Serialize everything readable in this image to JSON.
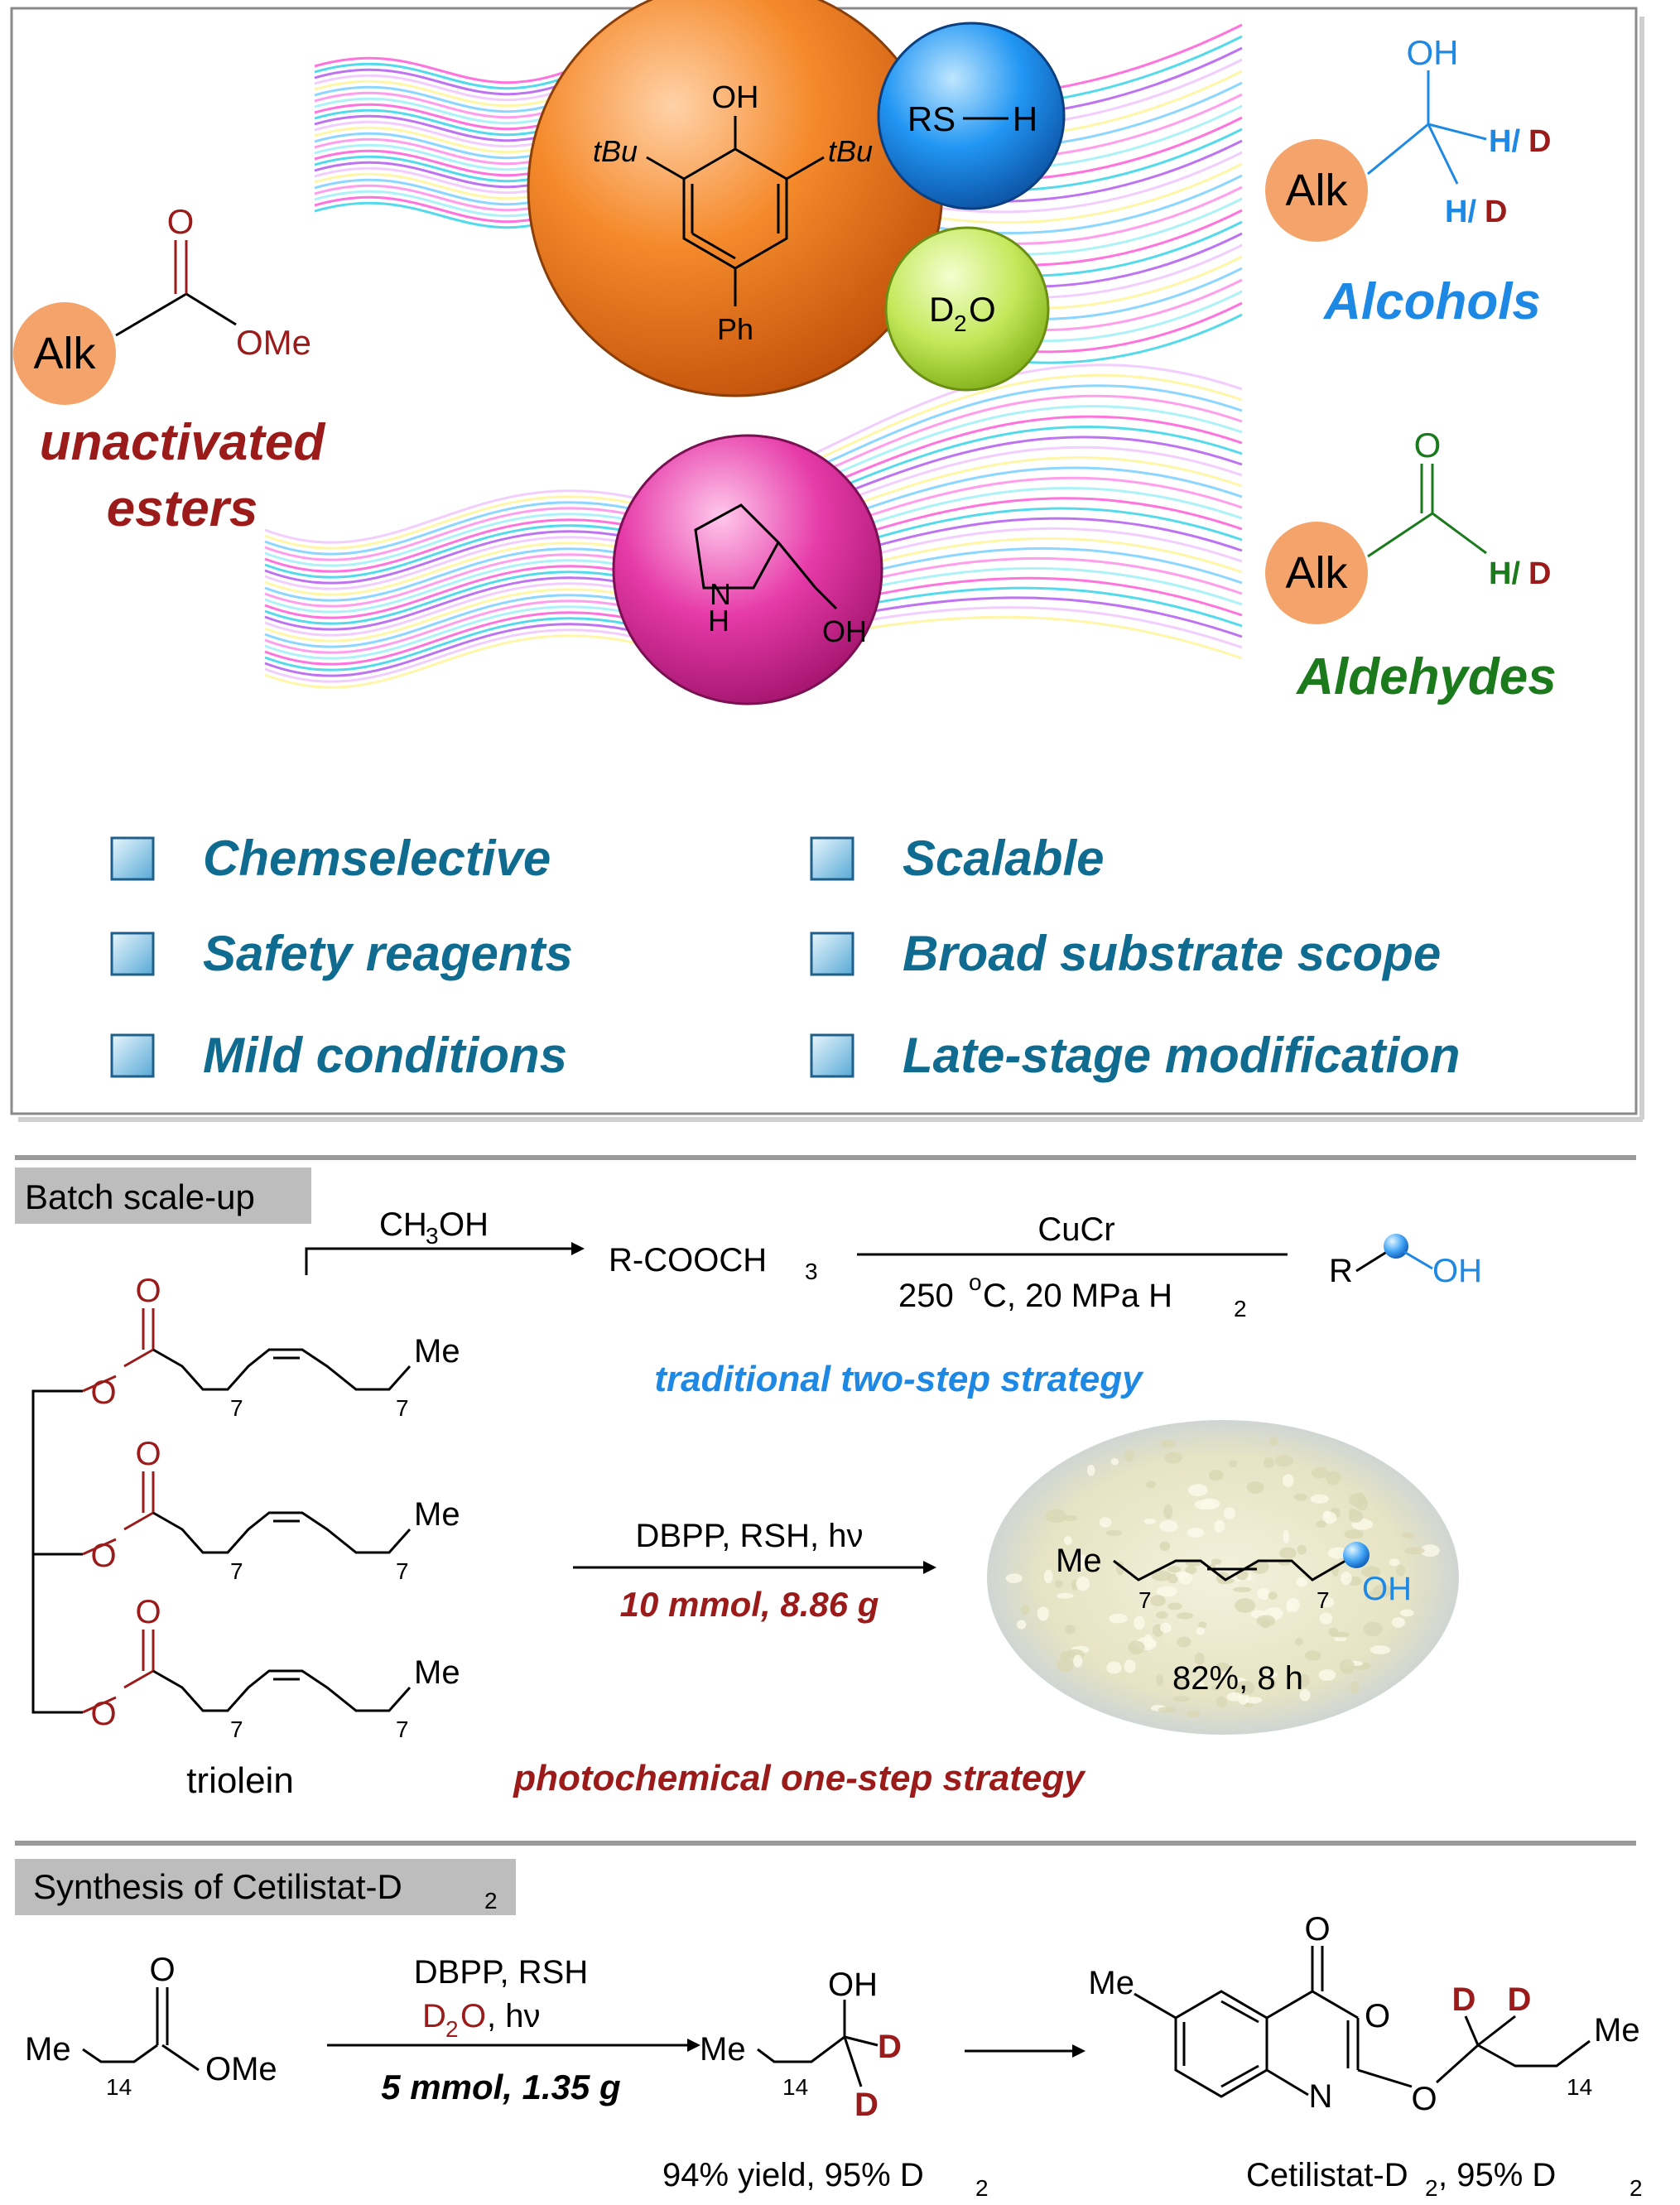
{
  "top_panel": {
    "reactant": {
      "alk": "Alk",
      "carbonyl_o": "O",
      "ome": "OMe",
      "label_line1": "unactivated",
      "label_line2": "esters"
    },
    "catalyst": {
      "oh": "OH",
      "tbu_left": "tBu",
      "tbu_right": "tBu",
      "ph": "Ph"
    },
    "thiol": {
      "rs": "RS",
      "h": "H"
    },
    "d2o": {
      "d": "D",
      "sub": "2",
      "o": "O"
    },
    "prolinol": {
      "n": "N",
      "h": "H",
      "oh": "OH"
    },
    "alcohol": {
      "oh": "OH",
      "alk": "Alk",
      "hd1_h": "H/",
      "hd1_d": "D",
      "hd2_h": "H/",
      "hd2_d": "D",
      "label": "Alcohols"
    },
    "aldehyde": {
      "o": "O",
      "alk": "Alk",
      "hd_h": "H/",
      "hd_d": "D",
      "label": "Aldehydes"
    },
    "features": [
      "Chemselective",
      "Safety reagents",
      "Mild conditions",
      "Scalable",
      "Broad substrate scope",
      "Late-stage modification"
    ]
  },
  "batch": {
    "header": "Batch scale-up",
    "reagent_top": "CH",
    "reagent_top_sub": "3",
    "reagent_top_tail": "OH",
    "intermediate": "R-COOCH",
    "intermediate_sub": "3",
    "cat_top": "CuCr",
    "cond_bottom_a": "250 ",
    "cond_bottom_sup": "o",
    "cond_bottom_b": "C, 20 MPa H",
    "cond_bottom_sub": "2",
    "product_r": "R",
    "product_oh": "OH",
    "traditional": "traditional two-step strategy",
    "conditions": "DBPP, RSH, hν",
    "scale": "10 mmol, 8.86 g",
    "triolein": "triolein",
    "photochemical": "photochemical one-step strategy",
    "chain_o": "O",
    "chain_me": "Me",
    "chain_7": "7",
    "product_me": "Me",
    "product_7": "7",
    "product_oh2": "OH",
    "product_yield": "82%, 8 h"
  },
  "cetilistat": {
    "header": "Synthesis of Cetilistat-D",
    "header_sub": "2",
    "sm_me": "Me",
    "sm_o": "O",
    "sm_ome": "OMe",
    "sm_14": "14",
    "cond_line1": "DBPP, RSH",
    "cond_d": "D",
    "cond_d_sub": "2",
    "cond_o": "O",
    "cond_hv": ", hν",
    "scale": "5 mmol, 1.35 g",
    "prod_me": "Me",
    "prod_oh": "OH",
    "prod_14": "14",
    "prod_d1": "D",
    "prod_d2": "D",
    "yield_a": "94% yield, 95% D",
    "yield_sub": "2",
    "final_me": "Me",
    "final_o1": "O",
    "final_o2": "O",
    "final_n": "N",
    "final_o3": "O",
    "final_d1": "D",
    "final_d2": "D",
    "final_me2": "Me",
    "final_14": "14",
    "final_label_a": "Cetilistat-D",
    "final_label_sub": "2",
    "final_label_b": " , 95% D",
    "final_label_sub2": "2"
  },
  "colors": {
    "dark_red": "#9b1b1b",
    "blue": "#1e88e5",
    "green": "#1b7a1b",
    "teal_text": "#0f6b8f",
    "orange_sphere": "#f07a1e",
    "blue_sphere": "#1e8fe0",
    "green_sphere": "#b6e04a",
    "magenta_sphere": "#e0309a",
    "alk_circle": "#f4a46a",
    "header_gray": "#bdbdbd"
  }
}
